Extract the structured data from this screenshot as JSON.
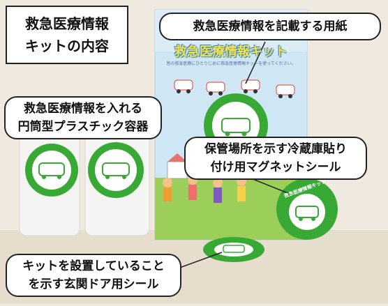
{
  "title_box": {
    "line1": "救急医療情報",
    "line2": "キットの内容"
  },
  "callouts": {
    "form": {
      "line1": "救急医療情報を記載する用紙"
    },
    "container": {
      "line1": "救急医療情報を入れる",
      "line2": "円筒型プラスチック容器"
    },
    "magnet": {
      "line1": "保管場所を示す冷蔵庫貼り",
      "line2": "付け用マグネットシール"
    },
    "door_sticker": {
      "line1": "キットを設置していること",
      "line2": "を示す玄関ドア用シール"
    }
  },
  "poster": {
    "title": "救急医療情報キット",
    "subtitle": "皆の救急医療にひとりじめに救急医療情報キットを使ってください。"
  },
  "magnet_label": "救急医療情報キット",
  "colors": {
    "green": "#39a935",
    "sky": "#8fc6e8",
    "poster_bg": "#cfe7f5",
    "accent_red": "#e53935"
  }
}
